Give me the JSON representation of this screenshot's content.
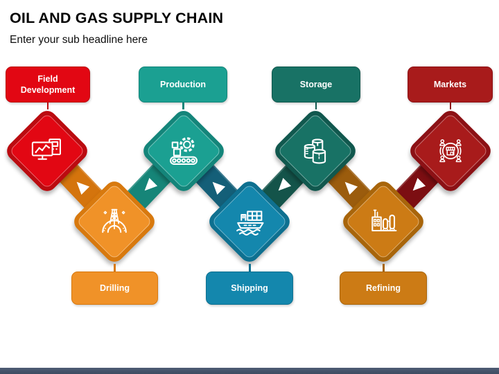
{
  "header": {
    "title": "OIL AND GAS SUPPLY CHAIN",
    "subtitle": "Enter your sub headline here"
  },
  "stages": [
    {
      "label": "Field Development",
      "row": "top",
      "icon": "monitor-chart-icon",
      "color": "#E20713",
      "border_color": "#BB0B10"
    },
    {
      "label": "Drilling",
      "row": "bottom",
      "icon": "oil-derrick-icon",
      "color": "#F09228",
      "border_color": "#D8790E"
    },
    {
      "label": "Production",
      "row": "top",
      "icon": "gear-conveyor-icon",
      "color": "#1BA092",
      "border_color": "#14857A"
    },
    {
      "label": "Shipping",
      "row": "bottom",
      "icon": "cargo-ship-icon",
      "color": "#1487AD",
      "border_color": "#0E7090"
    },
    {
      "label": "Storage",
      "row": "top",
      "icon": "storage-tanks-icon",
      "color": "#187265",
      "border_color": "#11584E"
    },
    {
      "label": "Refining",
      "row": "bottom",
      "icon": "refinery-icon",
      "color": "#CC7B15",
      "border_color": "#A8650B"
    },
    {
      "label": "Markets",
      "row": "top",
      "icon": "marketplace-icon",
      "color": "#A81B1B",
      "border_color": "#8C1115"
    }
  ],
  "connectors": [
    {
      "from": "Field Development",
      "to": "Drilling",
      "color": "#D4740D",
      "arrow": "white-triangle"
    },
    {
      "from": "Drilling",
      "to": "Production",
      "color": "#168578",
      "arrow": "white-triangle"
    },
    {
      "from": "Production",
      "to": "Shipping",
      "color": "#145F78",
      "arrow": "white-triangle"
    },
    {
      "from": "Shipping",
      "to": "Storage",
      "color": "#14544A",
      "arrow": "white-triangle"
    },
    {
      "from": "Storage",
      "to": "Refining",
      "color": "#9B5C0D",
      "arrow": "white-triangle"
    },
    {
      "from": "Refining",
      "to": "Markets",
      "color": "#7C0E12",
      "arrow": "white-triangle"
    }
  ],
  "footer": {
    "bar_color": "#46546B"
  }
}
